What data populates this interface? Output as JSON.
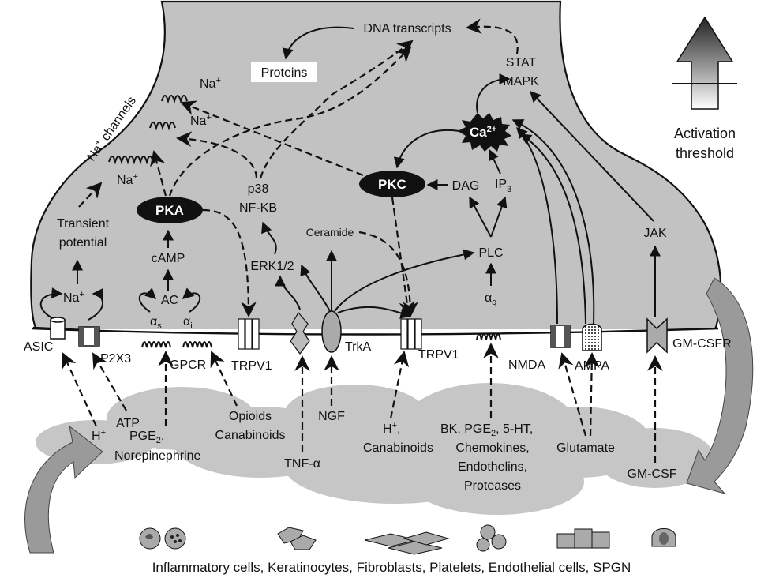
{
  "labels": {
    "dna_transcripts": "DNA transcripts",
    "proteins": "Proteins",
    "na_channels": "Na",
    "na_channels_sup": "+",
    "na_channels_rest": " channels",
    "na_top": "Na",
    "na_top_sup": "+",
    "na_mid": "Na",
    "na_mid_sup": "+",
    "na_low": "Na",
    "na_low_sup": "+",
    "transient_potential_1": "Transient",
    "transient_potential_2": "potential",
    "na_asic": "Na",
    "na_asic_sup": "+",
    "pka": "PKA",
    "camp": "cAMP",
    "ac": "AC",
    "alpha_s": "α",
    "alpha_s_sub": "s",
    "alpha_i": "α",
    "alpha_i_sub": "i",
    "p38": "p38",
    "nfkb": "NF-KB",
    "erk": "ERK1/2",
    "ceramide": "Ceramide",
    "pkc": "PKC",
    "dag": "DAG",
    "ip3": "IP",
    "ip3_sub": "3",
    "ca": "Ca",
    "ca_sup": "2+",
    "stat": "STAT",
    "mapk": "MAPK",
    "plc": "PLC",
    "alpha_q": "α",
    "alpha_q_sub": "q",
    "jak": "JAK",
    "activation_1": "Activation",
    "activation_2": "threshold"
  },
  "receptors": {
    "asic": "ASIC",
    "p2x3": "P2X3",
    "gpcr": "GPCR",
    "trpv1_a": "TRPV1",
    "trka": "TrkA",
    "trpv1_b": "TRPV1",
    "nmda": "NMDA",
    "ampa": "AMPA",
    "gmcsfr": "GM-CSFR"
  },
  "mediators": {
    "h": "H",
    "h_sup": "+",
    "atp": "ATP",
    "pge2": "PGE",
    "pge2_sub": "2",
    "pge2_rest": ",",
    "norepinephrine": "Norepinephrine",
    "opioids": "Opioids",
    "canabinoids": "Canabinoids",
    "tnf": "TNF-α",
    "ngf": "NGF",
    "h2": "H",
    "h2_sup": "+",
    "h2_rest": ",",
    "canabinoids2": "Canabinoids",
    "bk_line": "BK, PGE",
    "bk_sub": "2",
    "bk_rest": ", 5-HT,",
    "chemokines": "Chemokines,",
    "endothelins": "Endothelins,",
    "proteases": "Proteases",
    "glutamate": "Glutamate",
    "gmcsf": "GM-CSF"
  },
  "footer": {
    "cells": "Inflammatory cells, Keratinocytes, Fibroblasts, Platelets, Endothelial cells, SPGN"
  },
  "colors": {
    "neuron_fill": "#c2c2c2",
    "cloud_fill": "#c6c6c6",
    "arrow_fill": "#9a9a9a",
    "dark": "#111111"
  }
}
